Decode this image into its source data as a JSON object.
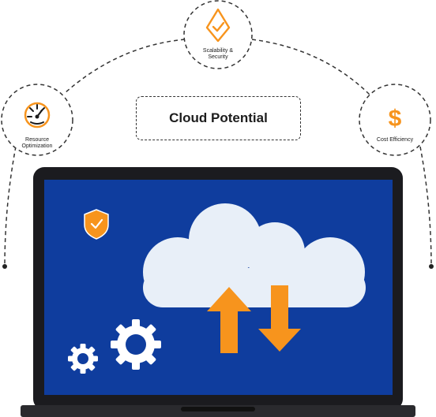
{
  "title": "Cloud Potential",
  "nodes": [
    {
      "id": "scalability",
      "label": "Scalability &\nSecurity",
      "icon": "shield-check-icon"
    },
    {
      "id": "resource",
      "label": "Resource\nOptimization",
      "icon": "gauge-icon"
    },
    {
      "id": "cost",
      "label": "Cost Efficiency",
      "icon": "dollar-icon"
    }
  ],
  "screen_icons": [
    "shield-check-icon",
    "cloud-icon",
    "upload-arrow-icon",
    "download-arrow-icon",
    "gear-icon"
  ],
  "colors": {
    "accent": "#f7941d",
    "screen": "#0f3d9e",
    "laptop_frame": "#1b1b1f",
    "cloud": "#e8eff8",
    "line": "#333333"
  }
}
